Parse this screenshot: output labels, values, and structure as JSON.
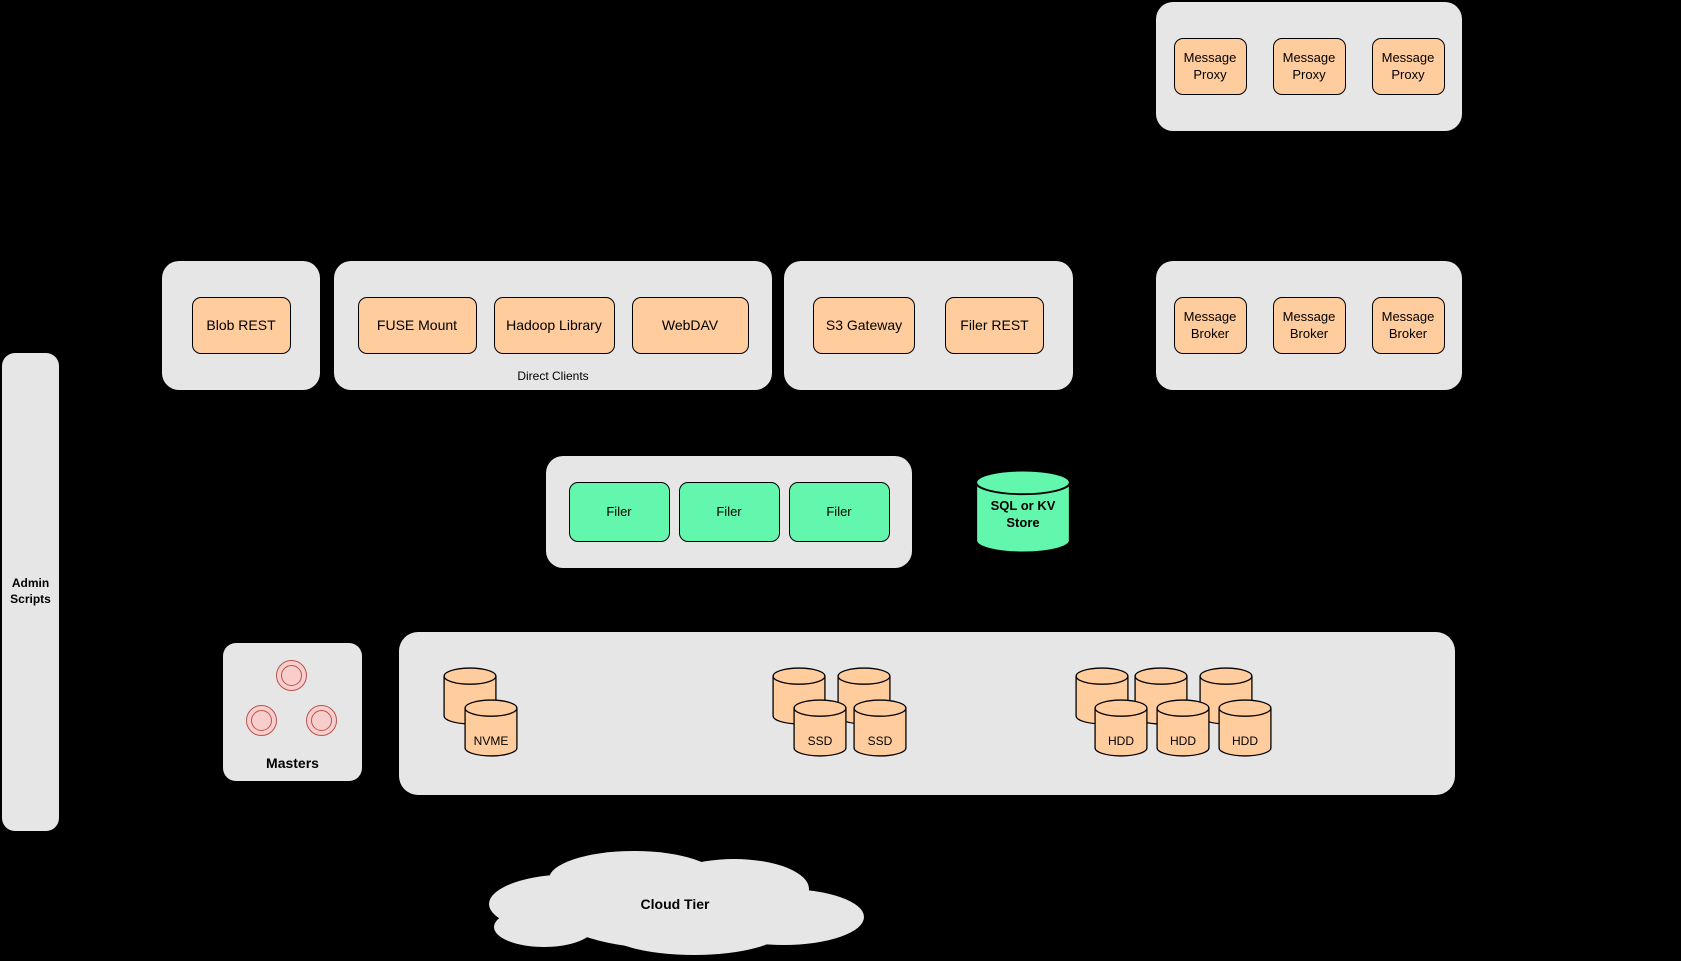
{
  "colors": {
    "background": "#000000",
    "container_fill": "#e6e6e6",
    "node_fill": "#ffcc9e",
    "node_stroke": "#000000",
    "green_fill": "#63f7ad",
    "master_fill": "#f8cecc",
    "master_stroke": "#b85450"
  },
  "message_proxies": {
    "items": [
      "Message Proxy",
      "Message Proxy",
      "Message Proxy"
    ]
  },
  "blob": {
    "label": "Blob REST"
  },
  "direct_clients": {
    "caption": "Direct Clients",
    "items": [
      "FUSE Mount",
      "Hadoop Library",
      "WebDAV"
    ]
  },
  "gateways": {
    "items": [
      "S3 Gateway",
      "Filer REST"
    ]
  },
  "message_brokers": {
    "items": [
      "Message Broker",
      "Message Broker",
      "Message Broker"
    ]
  },
  "admin": {
    "label": "Admin Scripts"
  },
  "filers": {
    "items": [
      "Filer",
      "Filer",
      "Filer"
    ]
  },
  "kv_store": {
    "label": "SQL or KV Store"
  },
  "masters": {
    "label": "Masters"
  },
  "volumes": {
    "nvme": "NVME",
    "ssd": [
      "SSD",
      "SSD"
    ],
    "hdd": [
      "HDD",
      "HDD",
      "HDD"
    ]
  },
  "cloud": {
    "label": "Cloud Tier"
  }
}
